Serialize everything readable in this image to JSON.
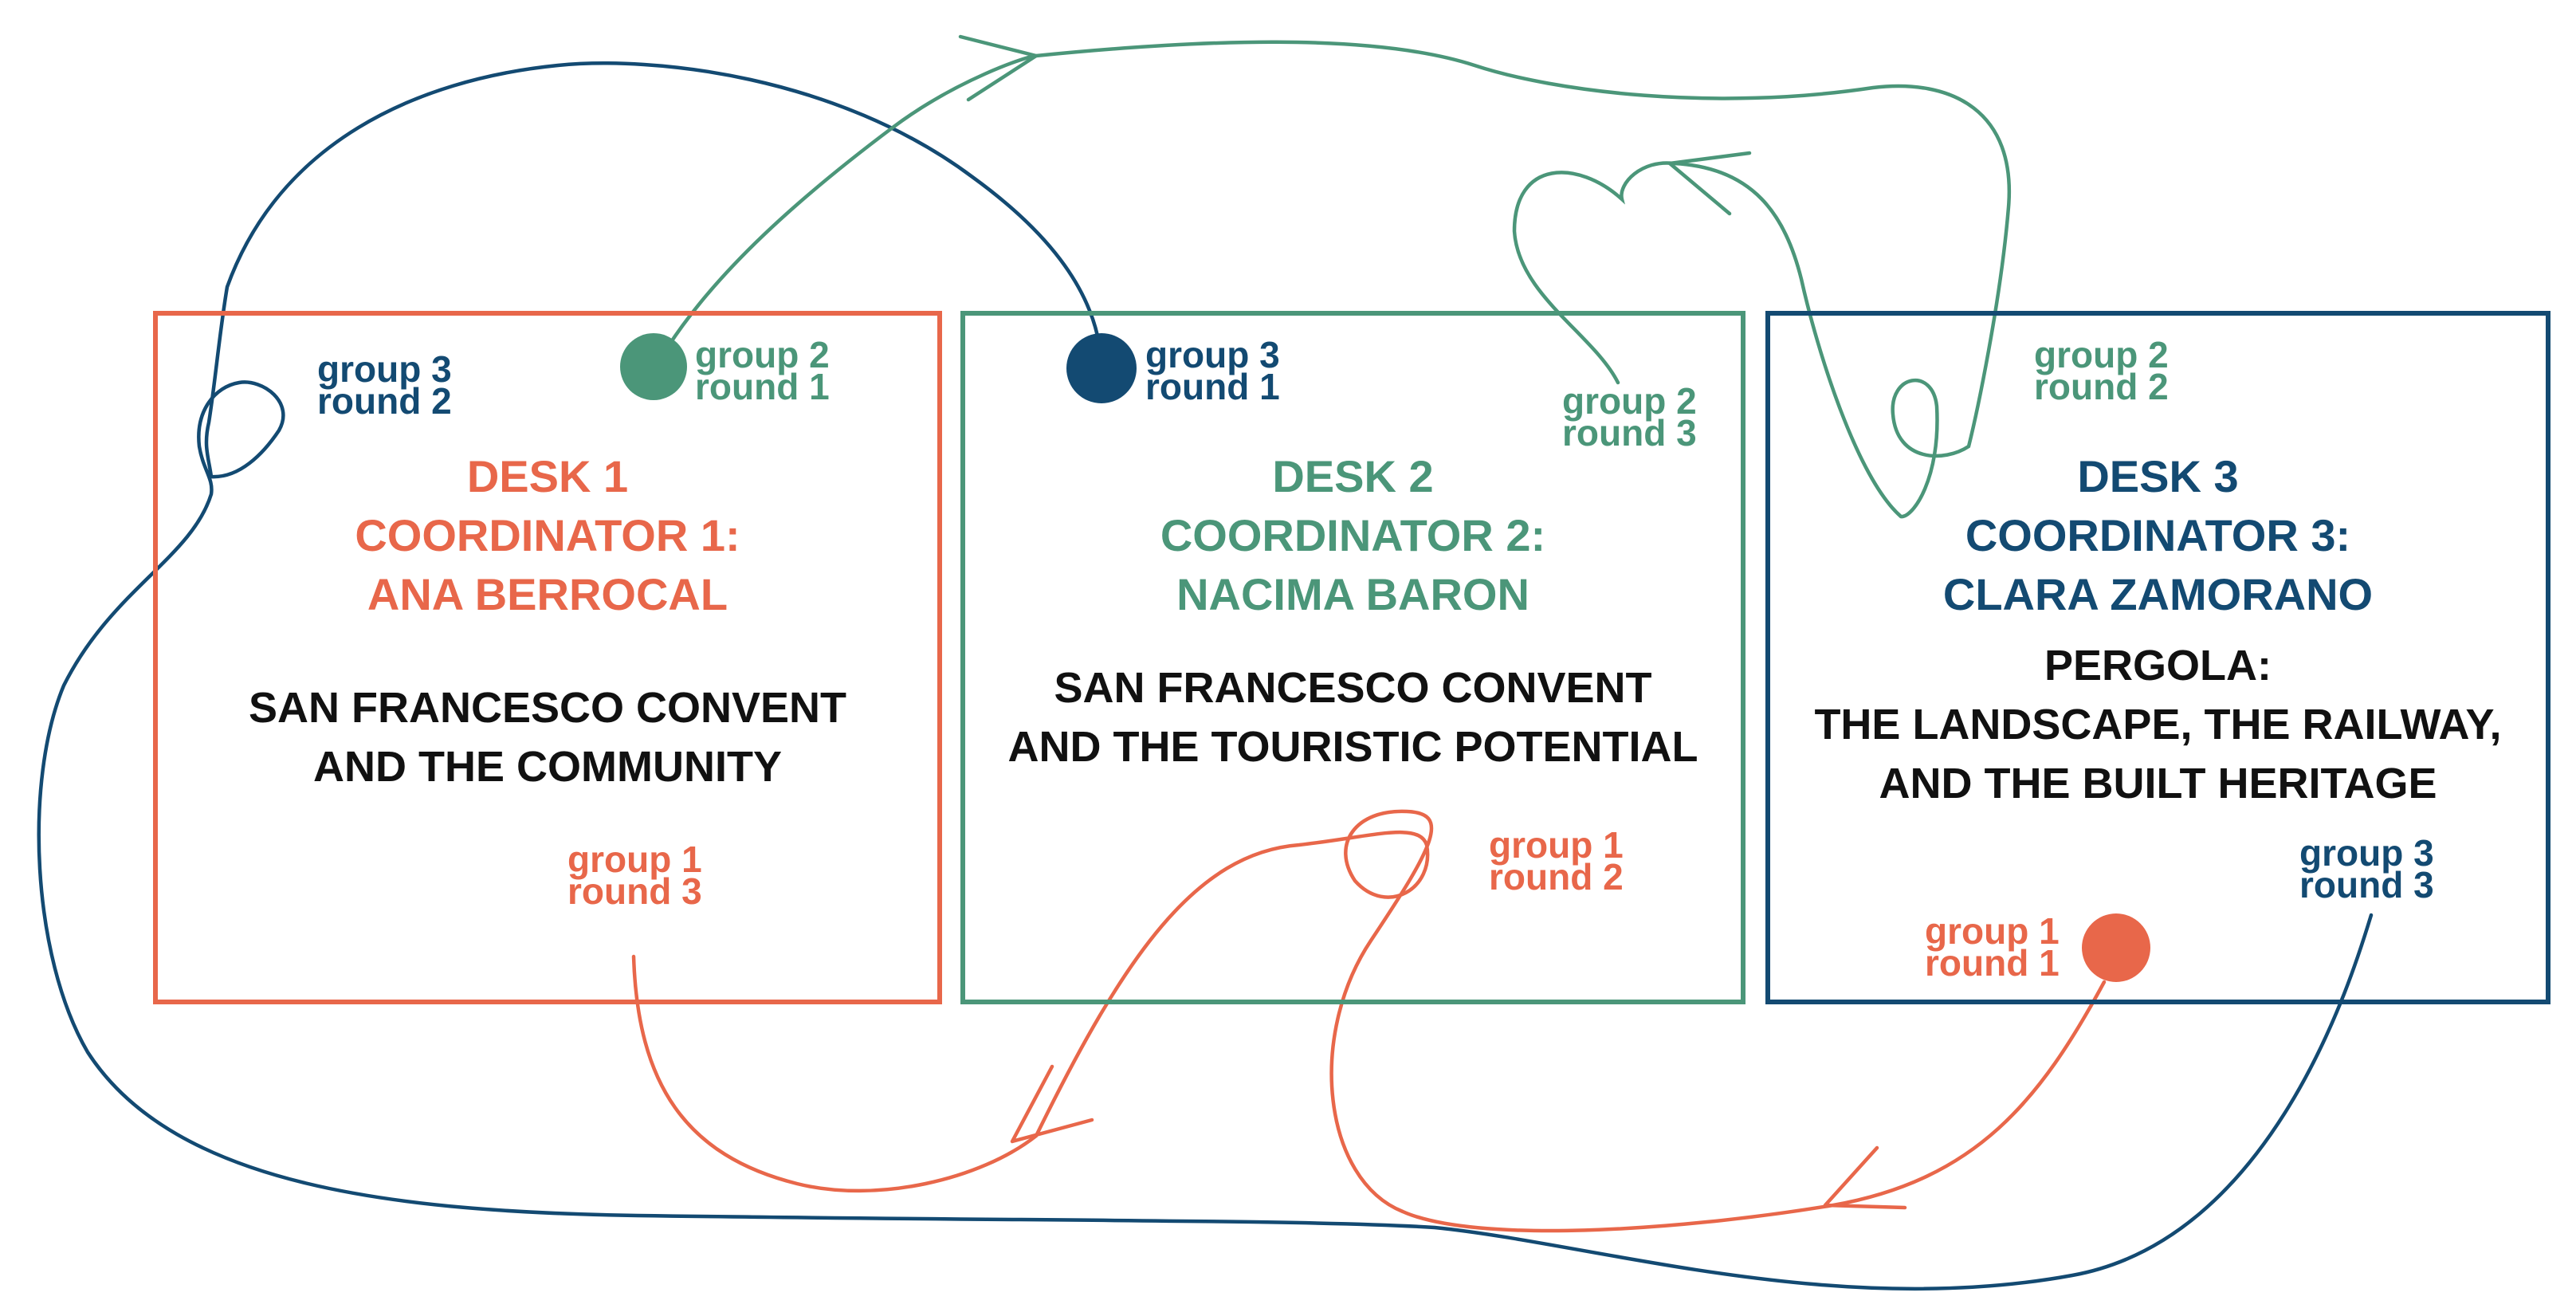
{
  "colors": {
    "desk1": "#e8674a",
    "desk2": "#4b9679",
    "desk3": "#134a72",
    "topic_text": "#111111"
  },
  "desks": [
    {
      "title": "DESK 1",
      "coordinator": "COORDINATOR 1:",
      "name": "ANA BERROCAL",
      "topic": [
        "SAN FRANCESCO CONVENT",
        "AND THE COMMUNITY"
      ]
    },
    {
      "title": "DESK 2",
      "coordinator": "COORDINATOR 2:",
      "name": "NACIMA BARON",
      "topic": [
        "SAN FRANCESCO CONVENT",
        "AND THE TOURISTIC POTENTIAL"
      ]
    },
    {
      "title": "DESK 3",
      "coordinator": "COORDINATOR 3:",
      "name": "CLARA ZAMORANO",
      "topic": [
        "PERGOLA:",
        "THE LANDSCAPE, THE RAILWAY,",
        "AND THE BUILT HERITAGE"
      ]
    }
  ],
  "stops": [
    {
      "group": "group 3",
      "round": "round 2",
      "group_id": 3
    },
    {
      "group": "group 2",
      "round": "round 1",
      "group_id": 2
    },
    {
      "group": "group 1",
      "round": "round 3",
      "group_id": 1
    },
    {
      "group": "group 3",
      "round": "round 1",
      "group_id": 3
    },
    {
      "group": "group 2",
      "round": "round 3",
      "group_id": 2
    },
    {
      "group": "group 1",
      "round": "round 2",
      "group_id": 1
    },
    {
      "group": "group 2",
      "round": "round 2",
      "group_id": 2
    },
    {
      "group": "group 3",
      "round": "round 3",
      "group_id": 3
    },
    {
      "group": "group 1",
      "round": "round 1",
      "group_id": 1
    }
  ]
}
